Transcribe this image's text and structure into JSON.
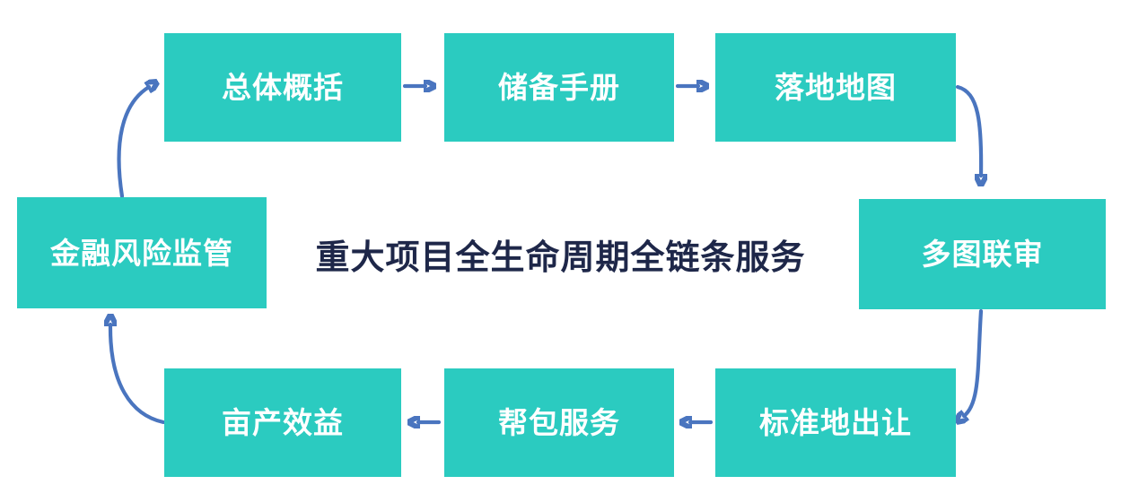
{
  "diagram": {
    "center_title": "重大项目全生命周期全链条服务",
    "nodes": [
      {
        "label": "总体概括"
      },
      {
        "label": "储备手册"
      },
      {
        "label": "落地地图"
      },
      {
        "label": "多图联审"
      },
      {
        "label": "标准地出让"
      },
      {
        "label": "帮包服务"
      },
      {
        "label": "亩产效益"
      },
      {
        "label": "金融风险监管"
      }
    ],
    "flow": {
      "type": "cycle",
      "sequence": [
        "总体概括",
        "储备手册",
        "落地地图",
        "多图联审",
        "标准地出让",
        "帮包服务",
        "亩产效益",
        "金融风险监管"
      ],
      "loops_back_to": "总体概括"
    },
    "colors": {
      "node_fill": "#2bcbc0",
      "node_text": "#ffffff",
      "arrow": "#4a75bf",
      "title_text": "#1e2749",
      "background": "#ffffff"
    }
  }
}
